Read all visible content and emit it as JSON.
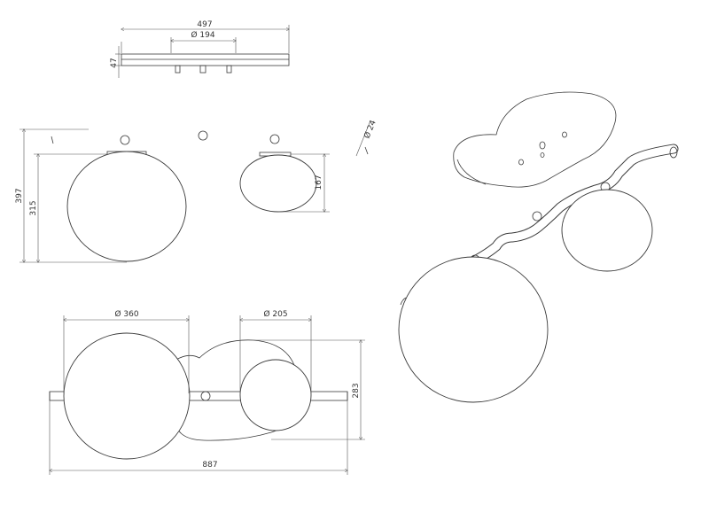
{
  "colors": {
    "line": "#3a3a3a",
    "dimension": "#555555",
    "background": "#ffffff"
  },
  "top_view": {
    "width_label": "497",
    "canopy_label": "Ø 194",
    "height_label": "47"
  },
  "front_view": {
    "total_height_label": "397",
    "large_globe_height_label": "315",
    "small_globe_height_label": "167",
    "tube_diameter_label": "Ø 24"
  },
  "plan_view": {
    "large_globe_label": "Ø 360",
    "small_globe_label": "Ø 205",
    "depth_label": "283",
    "length_label": "887"
  }
}
